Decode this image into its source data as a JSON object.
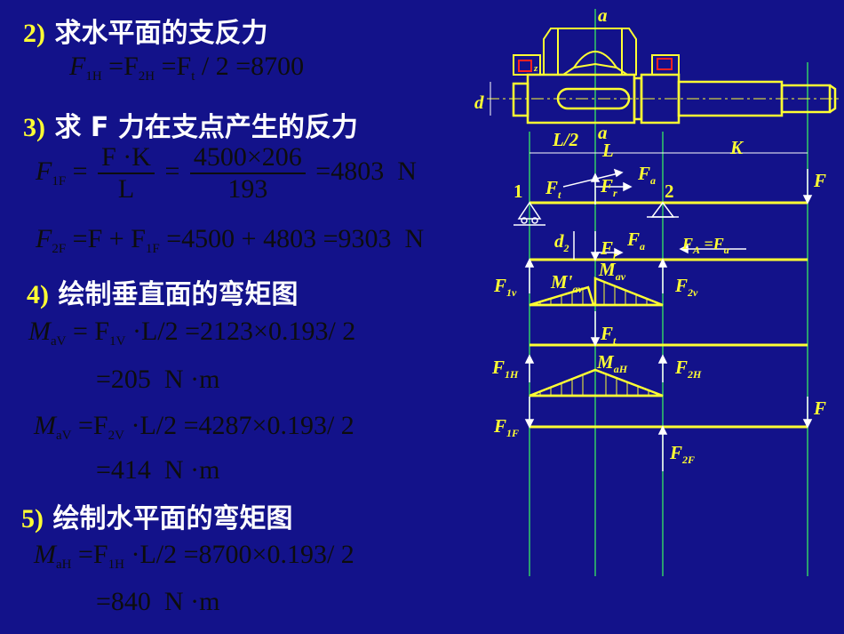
{
  "steps": {
    "s2": {
      "num": "2)",
      "text": "求水平面的支反力"
    },
    "s3": {
      "num": "3)",
      "text": "求 F 力在支点产生的反力"
    },
    "s4": {
      "num": "4)",
      "text": "绘制垂直面的弯矩图"
    },
    "s5": {
      "num": "5)",
      "text": "绘制水平面的弯矩图"
    }
  },
  "eqs": {
    "e1": {
      "a": "F",
      "a_sub": "1H",
      "b": "=F",
      "b_sub": "2H",
      "c": "=F",
      "c_sub": "t",
      "d": "/ 2 =8700"
    },
    "e2": {
      "a": "F",
      "a_sub": "1F",
      "eq": "=",
      "num": "F ·K",
      "den": "L",
      "eq2": "=",
      "num2": "4500×206",
      "den2": "193",
      "res": "=4803",
      "unit": "N"
    },
    "e3": {
      "a": "F",
      "a_sub": "2F",
      "b": "=F + F",
      "b_sub": "1F",
      "c": "=4500 + 4803 =9303",
      "unit": "N"
    },
    "e4": {
      "a": "M",
      "a_sub": "aV",
      "b": "= F",
      "b_sub": "1V",
      "c": "·L/2 =2123×0.193/ 2"
    },
    "e5": {
      "a": "=205",
      "unit": "N ·m"
    },
    "e6": {
      "a": "M",
      "a_sub": "aV",
      "b": "=F",
      "b_sub": "2V",
      "c": "·L/2 =4287×0.193/ 2"
    },
    "e7": {
      "a": "=414",
      "unit": "N ·m"
    },
    "e8": {
      "a": "M",
      "a_sub": "aH",
      "b": "=F",
      "b_sub": "1H",
      "c": "·L/2 =8700×0.193/ 2"
    },
    "e9": {
      "a": "=840",
      "unit": "N ·m"
    }
  },
  "diagram": {
    "a_top": "a",
    "a_mid": "a",
    "d": "d",
    "z": "z",
    "L2": "L/2",
    "L": "L",
    "K": "K",
    "F_right": "F",
    "F_right2": "F",
    "Ft": "F",
    "Ft_sub": "t",
    "Fr": "F",
    "Fr_sub": "r",
    "Fa": "F",
    "Fa_sub": "a",
    "n1": "1",
    "n2": "2",
    "d2": "d",
    "d2_sub": "2",
    "Fr2": "F",
    "Fr2_sub": "r",
    "Fa2": "F",
    "Fa2_sub": "a",
    "FA": "F",
    "FA_sub": "A",
    "FA_eq": " =F",
    "FA_eq_sub": "a",
    "F1v": "F",
    "F1v_sub": "1v",
    "Mav_p": "M'",
    "Mav_p_sub": "av",
    "Mav": "M",
    "Mav_sub": "av",
    "F2v": "F",
    "F2v_sub": "2v",
    "Ft2": "F",
    "Ft2_sub": "t",
    "F1H": "F",
    "F1H_sub": "1H",
    "MaH": "M",
    "MaH_sub": "aH",
    "F2H": "F",
    "F2H_sub": "2H",
    "F1F": "F",
    "F1F_sub": "1F",
    "F2F": "F",
    "F2F_sub": "2F"
  },
  "colors": {
    "background": "#13128a",
    "accent": "#ffff33",
    "green": "#33cc66",
    "red": "#ff2222",
    "text": "#0d0d0d"
  }
}
